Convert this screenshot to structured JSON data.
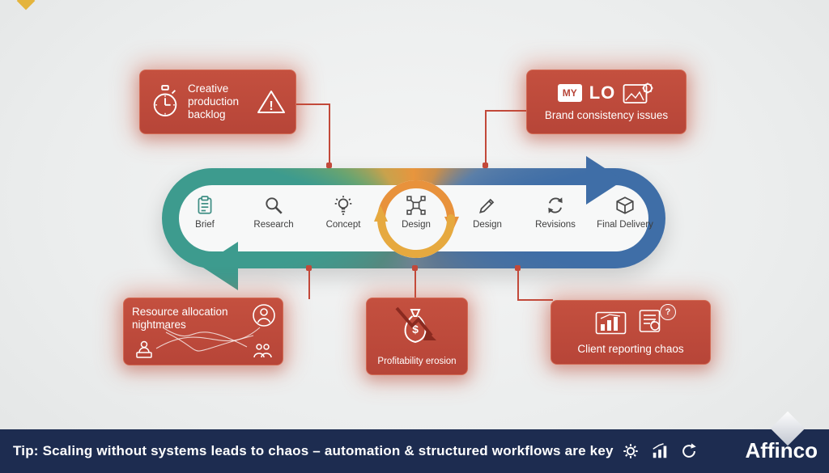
{
  "pipeline": {
    "stages": [
      {
        "label": "Brief",
        "icon": "clipboard-icon"
      },
      {
        "label": "Research",
        "icon": "search-icon"
      },
      {
        "label": "Concept",
        "icon": "lightbulb-icon"
      },
      {
        "label": "Design",
        "icon": "design-node-icon",
        "highlighted": true
      },
      {
        "label": "Design",
        "icon": "pencil-icon"
      },
      {
        "label": "Revisions",
        "icon": "cycle-arrows-icon"
      },
      {
        "label": "Final Delivery",
        "icon": "package-icon"
      }
    ],
    "flow_icons": [
      "flow-arrow-right",
      "flow-arrow-left",
      "design-cycle-arrows"
    ],
    "gradient": [
      "#3d9b8e",
      "#79a86a",
      "#e8953d",
      "#5b7fa8",
      "#3f6ea7"
    ]
  },
  "callouts": {
    "backlog": {
      "label": "Creative production backlog",
      "exclamation": "!",
      "icons": [
        "stopwatch-icon",
        "warning-triangle-icon"
      ]
    },
    "brand": {
      "label": "Brand consistency issues",
      "logo_my": "MY",
      "logo_lo": "LO",
      "icons": [
        "logo-badge",
        "framed-gear-icon"
      ]
    },
    "resource": {
      "label": "Resource allocation nightmares",
      "icons": [
        "person-circle-icon",
        "person-laptop-icon",
        "team-icon",
        "tangled-lines"
      ]
    },
    "profit": {
      "label": "Profitability erosion",
      "currency": "$",
      "icons": [
        "money-bag-icon",
        "decline-arrow-icon"
      ]
    },
    "reporting": {
      "label": "Client reporting chaos",
      "question": "?",
      "icons": [
        "bar-chart-panel-icon",
        "report-doc-icon",
        "question-bubble-icon"
      ]
    }
  },
  "footer": {
    "tip": "Tip: Scaling without systems leads to chaos – automation & structured workflows are key",
    "brand": "Affinco",
    "icons": [
      "gear-icon",
      "growth-chart-icon",
      "refresh-icon"
    ]
  },
  "colors": {
    "callout_red": "#bf4a3b",
    "connector_red": "#c2493a",
    "footer_navy": "#1d2c50",
    "accent_yellow": "#e4b43c"
  }
}
